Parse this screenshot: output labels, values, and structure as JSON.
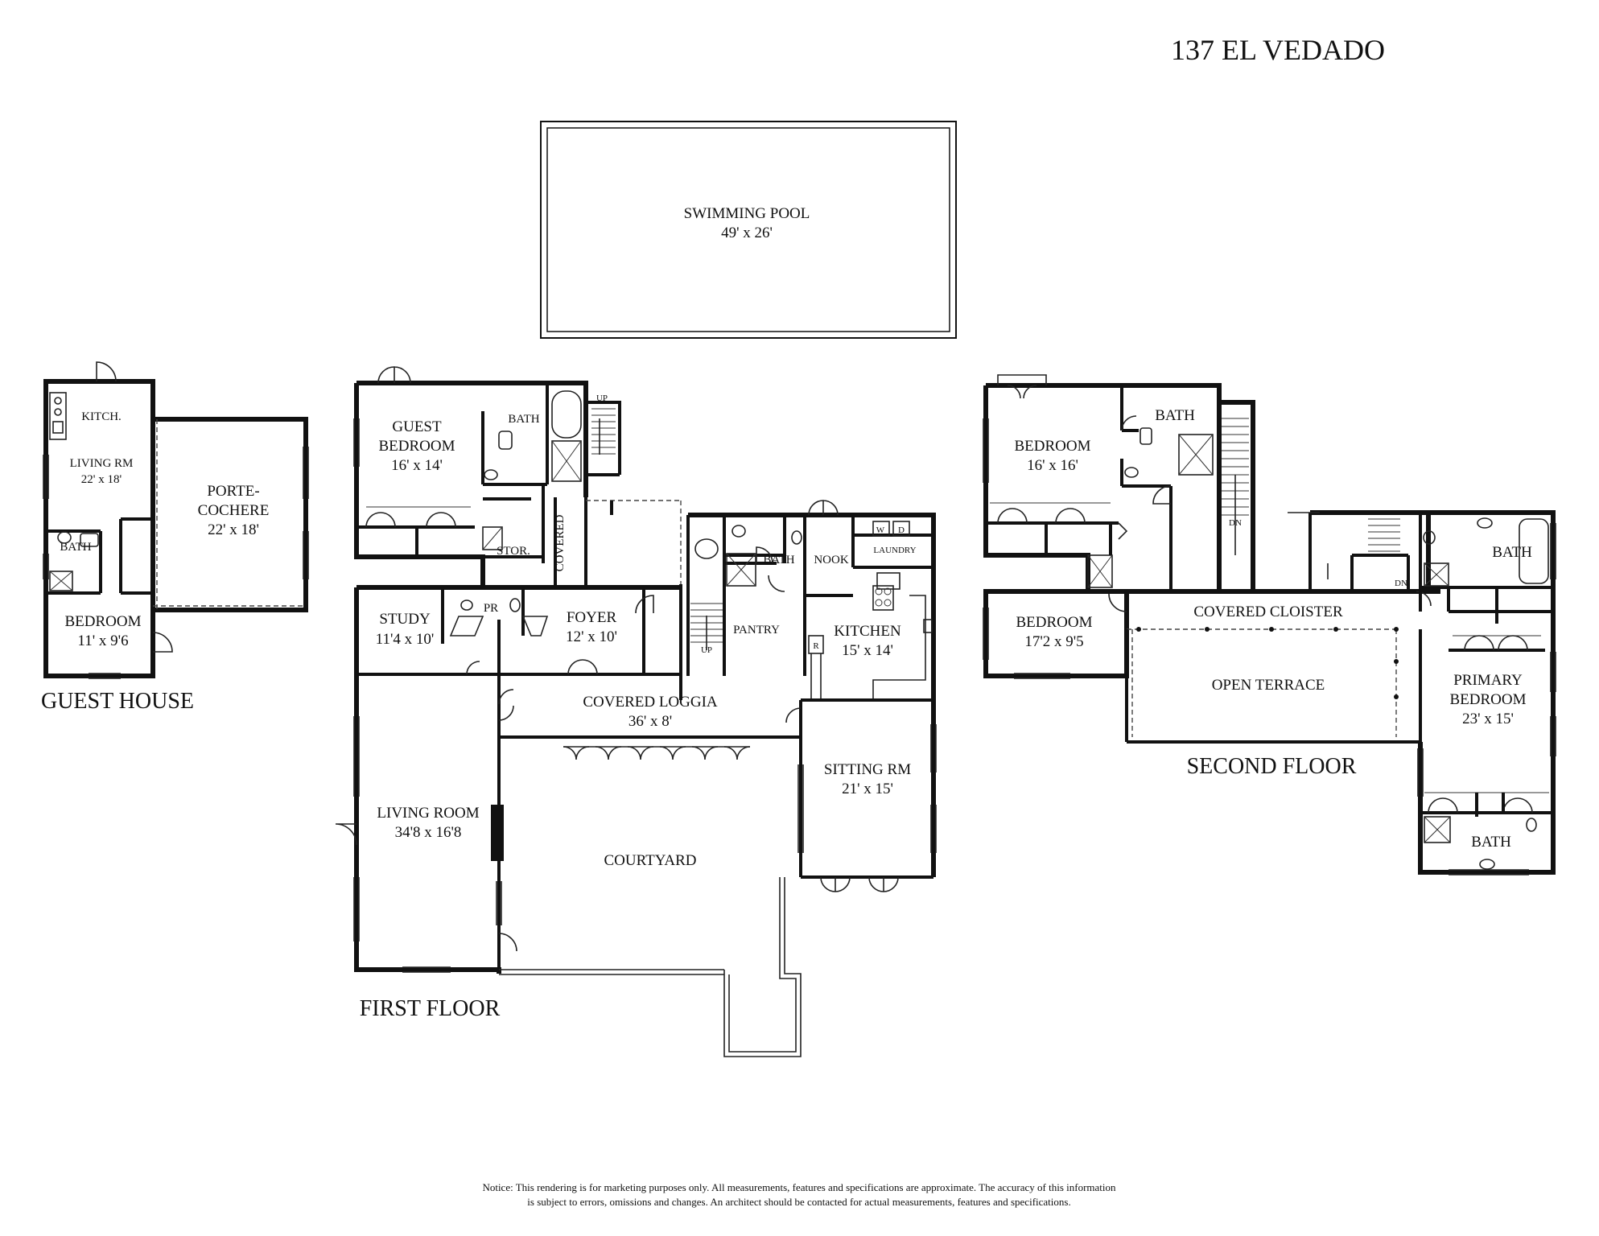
{
  "address": "137 EL VEDADO",
  "pool": {
    "name": "SWIMMING POOL",
    "dims": "49' x 26'"
  },
  "guest_house": {
    "title": "GUEST HOUSE",
    "kitchen": "KITCH.",
    "living": {
      "name": "LIVING RM",
      "dims": "22' x 18'"
    },
    "porte": {
      "name1": "PORTE-",
      "name2": "COCHERE",
      "dims": "22' x 18'"
    },
    "bath": "BATH",
    "bedroom": {
      "name": "BEDROOM",
      "dims": "11' x 9'6"
    }
  },
  "first_floor": {
    "title": "FIRST FLOOR",
    "guest_bedroom": {
      "name1": "GUEST",
      "name2": "BEDROOM",
      "dims": "16' x 14'"
    },
    "guest_bath": "BATH",
    "stor": "STOR.",
    "covered": "COVERED",
    "up1": "UP",
    "up2": "UP",
    "study": {
      "name": "STUDY",
      "dims": "11'4 x 10'"
    },
    "pr": "PR",
    "foyer": {
      "name": "FOYER",
      "dims": "12' x 10'"
    },
    "bath_small": "BATH",
    "pantry": "PANTRY",
    "nook": "NOOK",
    "laundry": "LAUNDRY",
    "w": "W",
    "d": "D",
    "r": "R",
    "kitchen": {
      "name": "KITCHEN",
      "dims": "15' x 14'"
    },
    "loggia": {
      "name": "COVERED LOGGIA",
      "dims": "36' x 8'"
    },
    "living": {
      "name": "LIVING ROOM",
      "dims": "34'8 x 16'8"
    },
    "courtyard": "COURTYARD",
    "sitting": {
      "name": "SITTING RM",
      "dims": "21' x 15'"
    }
  },
  "second_floor": {
    "title": "SECOND FLOOR",
    "bedroom1": {
      "name": "BEDROOM",
      "dims": "16' x 16'"
    },
    "bath1": "BATH",
    "dn1": "DN",
    "dn2": "DN",
    "bedroom2": {
      "name": "BEDROOM",
      "dims": "17'2 x 9'5"
    },
    "cloister": "COVERED CLOISTER",
    "terrace": "OPEN TERRACE",
    "bath2": "BATH",
    "primary": {
      "name1": "PRIMARY",
      "name2": "BEDROOM",
      "dims": "23' x 15'"
    },
    "bath3": "BATH"
  },
  "notice": {
    "line1": "Notice: This rendering is for marketing purposes only. All measurements, features and specifications are approximate. The accuracy of this information",
    "line2": "is subject to errors, omissions and changes. An architect should be contacted for actual measurements, features and specifications."
  }
}
